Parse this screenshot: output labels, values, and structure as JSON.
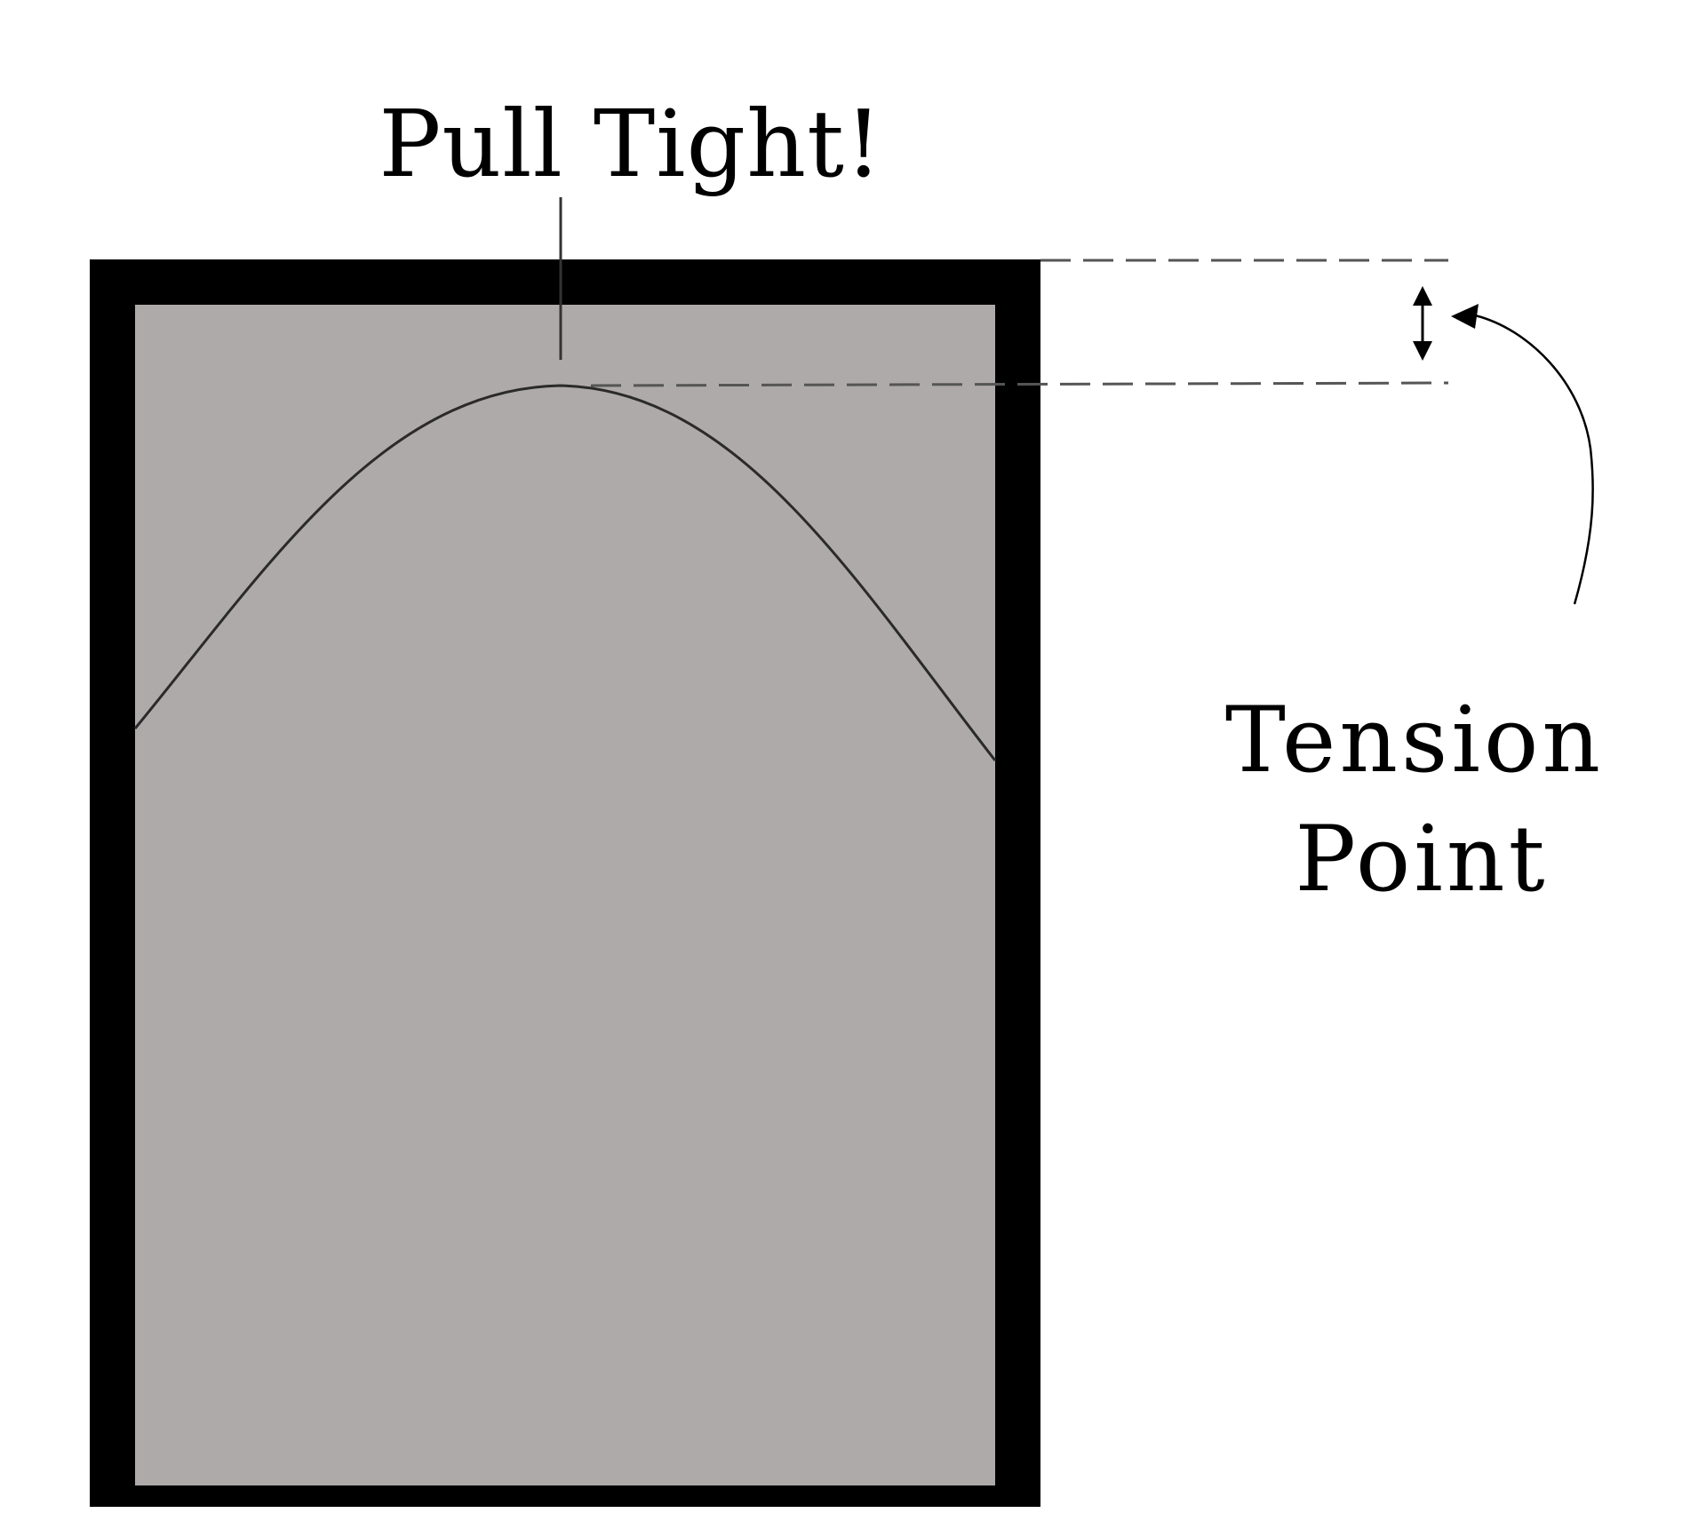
{
  "labels": {
    "pull": "Pull Tight!",
    "tension_line1": "Tension",
    "tension_line2": "Point"
  },
  "colors": {
    "frame": "#000000",
    "fill": "#aeaaa9",
    "curve": "#2a2a2a",
    "dash": "#555555",
    "background": "#ffffff"
  }
}
